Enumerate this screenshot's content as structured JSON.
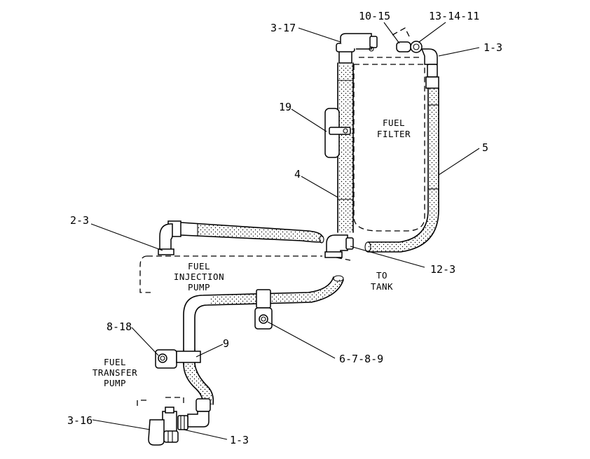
{
  "callouts": {
    "c_3_17": "3-17",
    "c_10_15": "10-15",
    "c_13_14_11": "13-14-11",
    "c_1_3_top": "1-3",
    "c_19": "19",
    "c_5": "5",
    "c_4": "4",
    "c_2_3": "2-3",
    "c_12_3": "12-3",
    "c_8_18": "8-18",
    "c_9": "9",
    "c_6_7_8_9": "6-7-8-9",
    "c_3_16": "3-16",
    "c_1_3_bottom": "1-3"
  },
  "captions": {
    "fuel_filter": [
      "FUEL",
      "FILTER"
    ],
    "fuel_injection_pump": [
      "FUEL",
      "INJECTION",
      "PUMP"
    ],
    "to_tank": [
      "TO",
      "TANK"
    ],
    "fuel_transfer_pump": [
      "FUEL",
      "TRANSFER",
      "PUMP"
    ]
  }
}
